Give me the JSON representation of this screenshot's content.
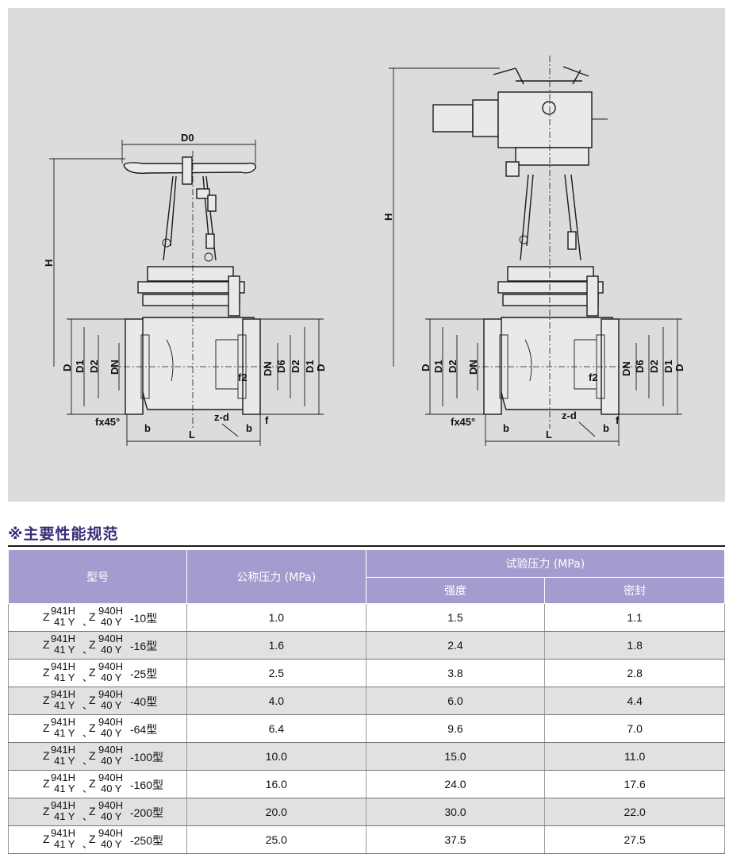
{
  "drawing": {
    "labels": {
      "d0": "D0",
      "h": "H",
      "d": "D",
      "d1": "D1",
      "d2": "D2",
      "dn": "DN",
      "d6": "D6",
      "f2": "f2",
      "zd": "z-d",
      "b": "b",
      "f": "f",
      "l": "L",
      "fx45": "fx45°"
    }
  },
  "section": {
    "title": "※主要性能规范"
  },
  "table": {
    "headers": {
      "model": "型号",
      "nominal_pressure": "公称压力 (MPa)",
      "test_pressure": "试验压力 (MPa)",
      "strength": "强度",
      "seal": "密封"
    },
    "model_parts": {
      "z": "Z",
      "top1": "941H",
      "bot1": "41 Y",
      "sep": "、",
      "top2": "940H",
      "bot2": "40 Y"
    },
    "rows": [
      {
        "suffix": "-10型",
        "nominal": "1.0",
        "strength": "1.5",
        "seal": "1.1"
      },
      {
        "suffix": "-16型",
        "nominal": "1.6",
        "strength": "2.4",
        "seal": "1.8"
      },
      {
        "suffix": "-25型",
        "nominal": "2.5",
        "strength": "3.8",
        "seal": "2.8"
      },
      {
        "suffix": "-40型",
        "nominal": "4.0",
        "strength": "6.0",
        "seal": "4.4"
      },
      {
        "suffix": "-64型",
        "nominal": "6.4",
        "strength": "9.6",
        "seal": "7.0"
      },
      {
        "suffix": "-100型",
        "nominal": "10.0",
        "strength": "15.0",
        "seal": "11.0"
      },
      {
        "suffix": "-160型",
        "nominal": "16.0",
        "strength": "24.0",
        "seal": "17.6"
      },
      {
        "suffix": "-200型",
        "nominal": "20.0",
        "strength": "30.0",
        "seal": "22.0"
      },
      {
        "suffix": "-250型",
        "nominal": "25.0",
        "strength": "37.5",
        "seal": "27.5"
      }
    ]
  }
}
